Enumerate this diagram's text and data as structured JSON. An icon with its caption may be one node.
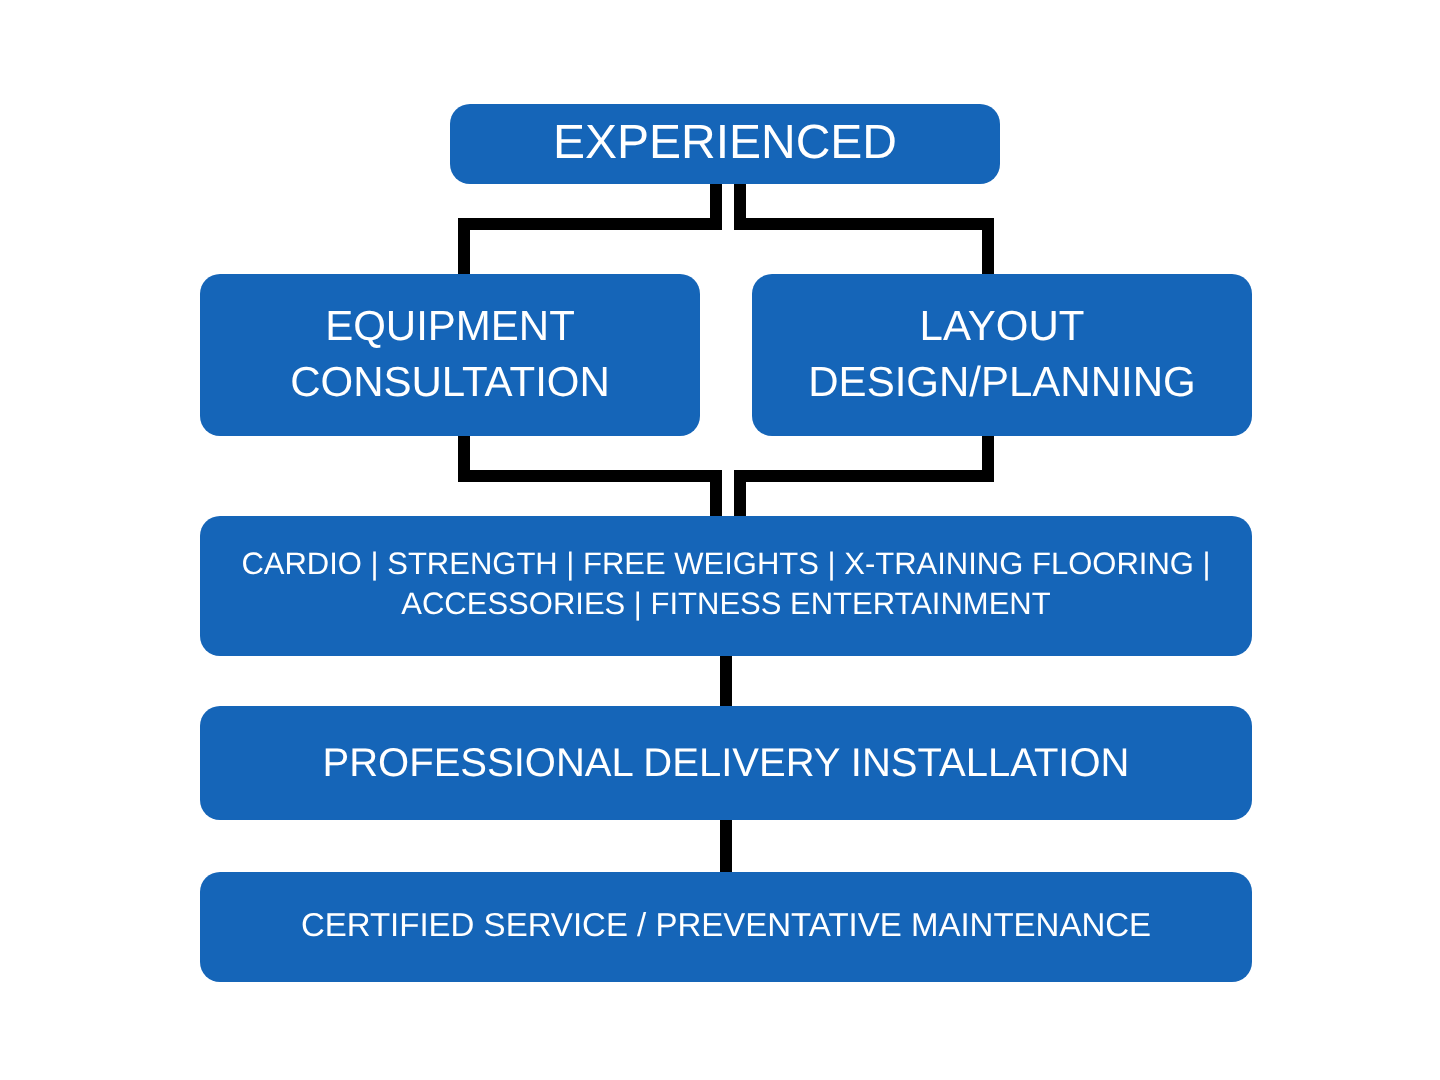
{
  "diagram": {
    "nodes": [
      {
        "text": [
          "EXPERIENCED"
        ]
      },
      {
        "text": [
          "EQUIPMENT CONSULTATION"
        ]
      },
      {
        "text": [
          "LAYOUT DESIGN/PLANNING"
        ]
      },
      {
        "text": [
          "CARDIO | STRENGTH | FREE WEIGHTS | X-TRAINING FLOORING | ACCESSORIES | FITNESS ENTERTAINMENT"
        ]
      },
      {
        "text": [
          "PROFESSIONAL DELIVERY INSTALLATION"
        ]
      },
      {
        "text": [
          "CERTIFIED SERVICE / PREVENTATIVE MAINTENANCE"
        ]
      }
    ],
    "edges": [
      {
        "from": 0,
        "to": 1,
        "arrow": "none"
      },
      {
        "from": 0,
        "to": 2,
        "arrow": "none"
      },
      {
        "from": 1,
        "to": 3,
        "arrow": "none"
      },
      {
        "from": 2,
        "to": 3,
        "arrow": "none"
      },
      {
        "from": 3,
        "to": 4,
        "arrow": "none"
      },
      {
        "from": 4,
        "to": 5,
        "arrow": "none"
      }
    ]
  }
}
